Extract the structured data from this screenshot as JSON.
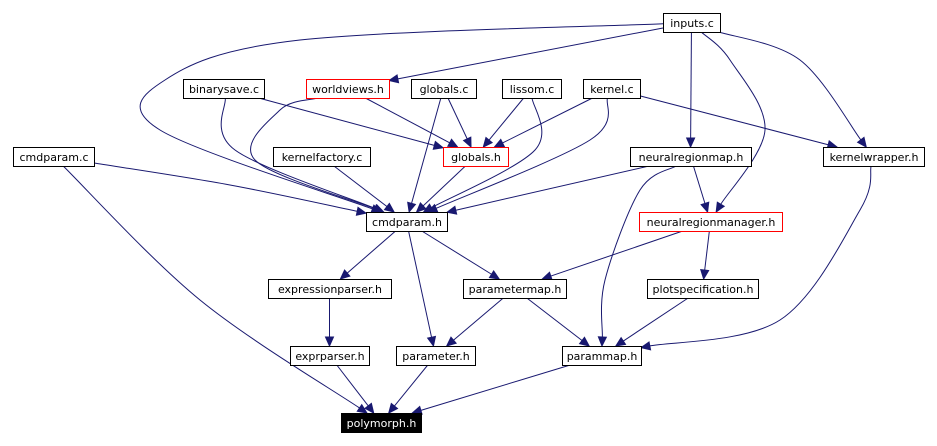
{
  "graph": {
    "colors": {
      "edge": "#191970",
      "node_border": "#000000",
      "highlight_border": "#ff0000",
      "root_fill": "#000000",
      "root_text": "#ffffff"
    },
    "nodes": {
      "inputs_c": {
        "label": "inputs.c",
        "style": "normal"
      },
      "binarysave_c": {
        "label": "binarysave.c",
        "style": "normal"
      },
      "worldviews_h": {
        "label": "worldviews.h",
        "style": "red"
      },
      "globals_c": {
        "label": "globals.c",
        "style": "normal"
      },
      "lissom_c": {
        "label": "lissom.c",
        "style": "normal"
      },
      "kernel_c": {
        "label": "kernel.c",
        "style": "normal"
      },
      "cmdparam_c": {
        "label": "cmdparam.c",
        "style": "normal"
      },
      "kernelfactory_c": {
        "label": "kernelfactory.c",
        "style": "normal"
      },
      "globals_h": {
        "label": "globals.h",
        "style": "red"
      },
      "neuralregionmap_h": {
        "label": "neuralregionmap.h",
        "style": "normal"
      },
      "kernelwrapper_h": {
        "label": "kernelwrapper.h",
        "style": "normal"
      },
      "cmdparam_h": {
        "label": "cmdparam.h",
        "style": "normal"
      },
      "neuralregionmanager_h": {
        "label": "neuralregionmanager.h",
        "style": "red"
      },
      "expressionparser_h": {
        "label": "expressionparser.h",
        "style": "normal"
      },
      "parametermap_h": {
        "label": "parametermap.h",
        "style": "normal"
      },
      "plotspecification_h": {
        "label": "plotspecification.h",
        "style": "normal"
      },
      "exprparser_h": {
        "label": "exprparser.h",
        "style": "normal"
      },
      "parameter_h": {
        "label": "parameter.h",
        "style": "normal"
      },
      "parammap_h": {
        "label": "parammap.h",
        "style": "normal"
      },
      "polymorph_h": {
        "label": "polymorph.h",
        "style": "dark"
      }
    },
    "edges": [
      {
        "from": "inputs_c",
        "to": "worldviews_h"
      },
      {
        "from": "inputs_c",
        "to": "cmdparam_h"
      },
      {
        "from": "inputs_c",
        "to": "neuralregionmap_h"
      },
      {
        "from": "inputs_c",
        "to": "kernelwrapper_h"
      },
      {
        "from": "inputs_c",
        "to": "neuralregionmanager_h"
      },
      {
        "from": "binarysave_c",
        "to": "globals_h"
      },
      {
        "from": "binarysave_c",
        "to": "cmdparam_h"
      },
      {
        "from": "worldviews_h",
        "to": "globals_h"
      },
      {
        "from": "worldviews_h",
        "to": "cmdparam_h"
      },
      {
        "from": "globals_c",
        "to": "globals_h"
      },
      {
        "from": "globals_c",
        "to": "cmdparam_h"
      },
      {
        "from": "lissom_c",
        "to": "globals_h"
      },
      {
        "from": "lissom_c",
        "to": "cmdparam_h"
      },
      {
        "from": "kernel_c",
        "to": "globals_h"
      },
      {
        "from": "kernel_c",
        "to": "cmdparam_h"
      },
      {
        "from": "kernel_c",
        "to": "kernelwrapper_h"
      },
      {
        "from": "cmdparam_c",
        "to": "cmdparam_h"
      },
      {
        "from": "cmdparam_c",
        "to": "polymorph_h"
      },
      {
        "from": "kernelfactory_c",
        "to": "cmdparam_h"
      },
      {
        "from": "globals_h",
        "to": "cmdparam_h"
      },
      {
        "from": "neuralregionmap_h",
        "to": "cmdparam_h"
      },
      {
        "from": "neuralregionmap_h",
        "to": "neuralregionmanager_h"
      },
      {
        "from": "neuralregionmap_h",
        "to": "parammap_h"
      },
      {
        "from": "kernelwrapper_h",
        "to": "parammap_h"
      },
      {
        "from": "cmdparam_h",
        "to": "expressionparser_h"
      },
      {
        "from": "cmdparam_h",
        "to": "parametermap_h"
      },
      {
        "from": "cmdparam_h",
        "to": "parameter_h"
      },
      {
        "from": "neuralregionmanager_h",
        "to": "parametermap_h"
      },
      {
        "from": "neuralregionmanager_h",
        "to": "plotspecification_h"
      },
      {
        "from": "expressionparser_h",
        "to": "exprparser_h"
      },
      {
        "from": "parametermap_h",
        "to": "parameter_h"
      },
      {
        "from": "parametermap_h",
        "to": "parammap_h"
      },
      {
        "from": "plotspecification_h",
        "to": "parammap_h"
      },
      {
        "from": "exprparser_h",
        "to": "polymorph_h"
      },
      {
        "from": "parameter_h",
        "to": "polymorph_h"
      },
      {
        "from": "parammap_h",
        "to": "polymorph_h"
      }
    ]
  }
}
